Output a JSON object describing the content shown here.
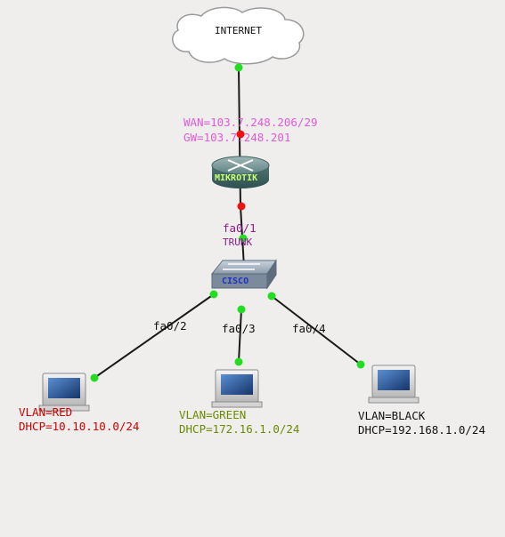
{
  "nodes": {
    "internet": {
      "label": "INTERNET"
    },
    "router": {
      "label": "MIKROTIK",
      "wan": "WAN=103.7.248.206/29",
      "gw": "GW=103.7.248.201"
    },
    "switch": {
      "label": "CISCO",
      "uplink_port": "fa0/1",
      "uplink_mode": "TRUNK"
    },
    "pcs": [
      {
        "port": "fa0/2",
        "vlan": "VLAN=RED",
        "dhcp": "DHCP=10.10.10.0/24"
      },
      {
        "port": "fa0/3",
        "vlan": "VLAN=GREEN",
        "dhcp": "DHCP=172.16.1.0/24"
      },
      {
        "port": "fa0/4",
        "vlan": "VLAN=BLACK",
        "dhcp": "DHCP=192.168.1.0/24"
      }
    ]
  },
  "colors": {
    "background": "#efeeed",
    "link": "#1a1a1a",
    "status_up": "#22dd22",
    "status_down": "#ee1111",
    "wan_text": "#e05ad8",
    "trunk_text": "#8e1a8e",
    "router_label": "#c8ff70",
    "switch_label": "#1f2fc8",
    "pc_red": "#cc0000",
    "pc_green": "#6a8a00",
    "pc_black": "#111111"
  }
}
